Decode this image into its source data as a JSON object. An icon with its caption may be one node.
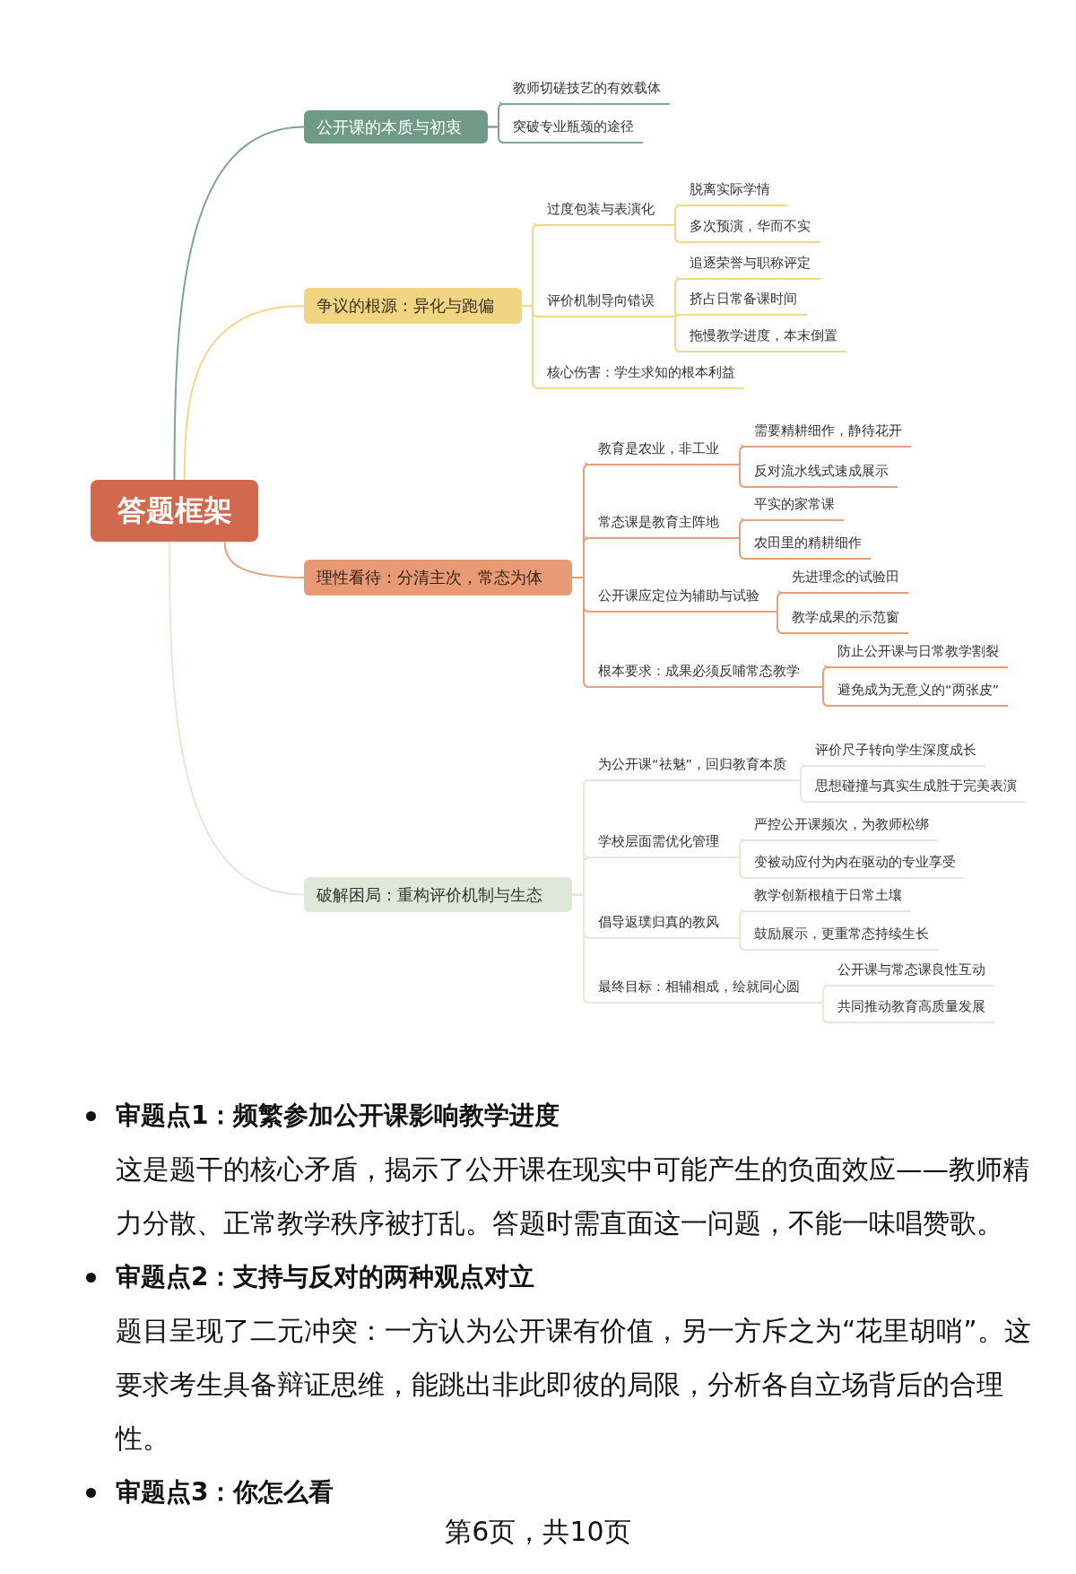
{
  "diagram": {
    "nodes": [
      {
        "text": [
          "答题框架"
        ]
      },
      {
        "text": [
          "公开课的本质与初衷"
        ]
      },
      {
        "text": [
          "教师切磋技艺的有效载体"
        ]
      },
      {
        "text": [
          "突破专业瓶颈的途径"
        ]
      },
      {
        "text": [
          "争议的根源：异化与跑偏"
        ]
      },
      {
        "text": [
          "过度包装与表演化"
        ]
      },
      {
        "text": [
          "脱离实际学情"
        ]
      },
      {
        "text": [
          "多次预演，华而不实"
        ]
      },
      {
        "text": [
          "评价机制导向错误"
        ]
      },
      {
        "text": [
          "追逐荣誉与职称评定"
        ]
      },
      {
        "text": [
          "挤占日常备课时间"
        ]
      },
      {
        "text": [
          "拖慢教学进度，本末倒置"
        ]
      },
      {
        "text": [
          "核心伤害：学生求知的根本利益"
        ]
      },
      {
        "text": [
          "理性看待：分清主次，常态为体"
        ]
      },
      {
        "text": [
          "教育是农业，非工业"
        ]
      },
      {
        "text": [
          "需要精耕细作，静待花开"
        ]
      },
      {
        "text": [
          "反对流水线式速成展示"
        ]
      },
      {
        "text": [
          "常态课是教育主阵地"
        ]
      },
      {
        "text": [
          "平实的家常课"
        ]
      },
      {
        "text": [
          "农田里的精耕细作"
        ]
      },
      {
        "text": [
          "公开课应定位为辅助与试验"
        ]
      },
      {
        "text": [
          "先进理念的试验田"
        ]
      },
      {
        "text": [
          "教学成果的示范窗"
        ]
      },
      {
        "text": [
          "根本要求：成果必须反哺常态教学"
        ]
      },
      {
        "text": [
          "防止公开课与日常教学割裂"
        ]
      },
      {
        "text": [
          "避免成为无意义的“两张皮”"
        ]
      },
      {
        "text": [
          "破解困局：重构评价机制与生态"
        ]
      },
      {
        "text": [
          "为公开课“祛魅”，回归教育本质"
        ]
      },
      {
        "text": [
          "评价尺子转向学生深度成长"
        ]
      },
      {
        "text": [
          "思想碰撞与真实生成胜于完美表演"
        ]
      },
      {
        "text": [
          "学校层面需优化管理"
        ]
      },
      {
        "text": [
          "严控公开课频次，为教师松绑"
        ]
      },
      {
        "text": [
          "变被动应付为内在驱动的专业享受"
        ]
      },
      {
        "text": [
          "倡导返璞归真的教风"
        ]
      },
      {
        "text": [
          "教学创新根植于日常土壤"
        ]
      },
      {
        "text": [
          "鼓励展示，更重常态持续生长"
        ]
      },
      {
        "text": [
          "最终目标：相辅相成，绘就同心圆"
        ]
      },
      {
        "text": [
          "公开课与常态课良性互动"
        ]
      },
      {
        "text": [
          "共同推动教育高质量发展"
        ]
      }
    ],
    "edges": [
      {
        "from": 0,
        "to": 1,
        "arrow": "none",
        "color": "#7fa394"
      },
      {
        "from": 1,
        "to": 2,
        "arrow": "none",
        "color": "#7fa394"
      },
      {
        "from": 1,
        "to": 3,
        "arrow": "none",
        "color": "#7fa394"
      },
      {
        "from": 0,
        "to": 4,
        "arrow": "none",
        "color": "#f0d98a"
      },
      {
        "from": 4,
        "to": 5,
        "arrow": "none",
        "color": "#f0d98a"
      },
      {
        "from": 5,
        "to": 6,
        "arrow": "none",
        "color": "#f0d98a"
      },
      {
        "from": 5,
        "to": 7,
        "arrow": "none",
        "color": "#f0d98a"
      },
      {
        "from": 4,
        "to": 8,
        "arrow": "none",
        "color": "#f0d98a"
      },
      {
        "from": 8,
        "to": 9,
        "arrow": "none",
        "color": "#f0d98a"
      },
      {
        "from": 8,
        "to": 10,
        "arrow": "none",
        "color": "#f0d98a"
      },
      {
        "from": 8,
        "to": 11,
        "arrow": "none",
        "color": "#f0d98a"
      },
      {
        "from": 4,
        "to": 12,
        "arrow": "none",
        "color": "#f0d98a"
      },
      {
        "from": 0,
        "to": 13,
        "arrow": "none",
        "color": "#e2a07c"
      },
      {
        "from": 13,
        "to": 14,
        "arrow": "none",
        "color": "#e2a07c"
      },
      {
        "from": 14,
        "to": 15,
        "arrow": "none",
        "color": "#e2a07c"
      },
      {
        "from": 14,
        "to": 16,
        "arrow": "none",
        "color": "#e2a07c"
      },
      {
        "from": 13,
        "to": 17,
        "arrow": "none",
        "color": "#e2a07c"
      },
      {
        "from": 17,
        "to": 18,
        "arrow": "none",
        "color": "#e2a07c"
      },
      {
        "from": 17,
        "to": 19,
        "arrow": "none",
        "color": "#e2a07c"
      },
      {
        "from": 13,
        "to": 20,
        "arrow": "none",
        "color": "#e2a07c"
      },
      {
        "from": 20,
        "to": 21,
        "arrow": "none",
        "color": "#e2a07c"
      },
      {
        "from": 20,
        "to": 22,
        "arrow": "none",
        "color": "#e2a07c"
      },
      {
        "from": 13,
        "to": 23,
        "arrow": "none",
        "color": "#e2a07c"
      },
      {
        "from": 23,
        "to": 24,
        "arrow": "none",
        "color": "#e2a07c"
      },
      {
        "from": 23,
        "to": 25,
        "arrow": "none",
        "color": "#e2a07c"
      },
      {
        "from": 0,
        "to": 26,
        "arrow": "none",
        "color": "#e3ead9"
      },
      {
        "from": 26,
        "to": 27,
        "arrow": "none",
        "color": "#e3ead9"
      },
      {
        "from": 27,
        "to": 28,
        "arrow": "none",
        "color": "#e3ead9"
      },
      {
        "from": 27,
        "to": 29,
        "arrow": "none",
        "color": "#e3ead9"
      },
      {
        "from": 26,
        "to": 30,
        "arrow": "none",
        "color": "#e3ead9"
      },
      {
        "from": 30,
        "to": 31,
        "arrow": "none",
        "color": "#e3ead9"
      },
      {
        "from": 30,
        "to": 32,
        "arrow": "none",
        "color": "#e3ead9"
      },
      {
        "from": 26,
        "to": 33,
        "arrow": "none",
        "color": "#e3ead9"
      },
      {
        "from": 33,
        "to": 34,
        "arrow": "none",
        "color": "#e3ead9"
      },
      {
        "from": 33,
        "to": 35,
        "arrow": "none",
        "color": "#e3ead9"
      },
      {
        "from": 26,
        "to": 36,
        "arrow": "none",
        "color": "#e3ead9"
      },
      {
        "from": 36,
        "to": 37,
        "arrow": "none",
        "color": "#e3ead9"
      },
      {
        "from": 36,
        "to": 38,
        "arrow": "none",
        "color": "#e3ead9"
      }
    ],
    "labels": [
      "审题点1：频繁参加公开课影响教学进度",
      "这是题干的核心矛盾，揭示了公开课在现实中可能产生的负面效应——教师精力分散、正常教学秩序被打乱。答题时需直面这一问题，不能一味唱赞歌。",
      "审题点2：支持与反对的两种观点对立",
      "题目呈现了二元冲突：一方认为公开课有价值，另一方斥之为“花里胡哨”。这要求考生具备辩证思维，能跳出非此即彼的局限，分析各自立场背后的合理性。",
      "审题点3：你怎么看",
      "第6页，共10页"
    ]
  }
}
